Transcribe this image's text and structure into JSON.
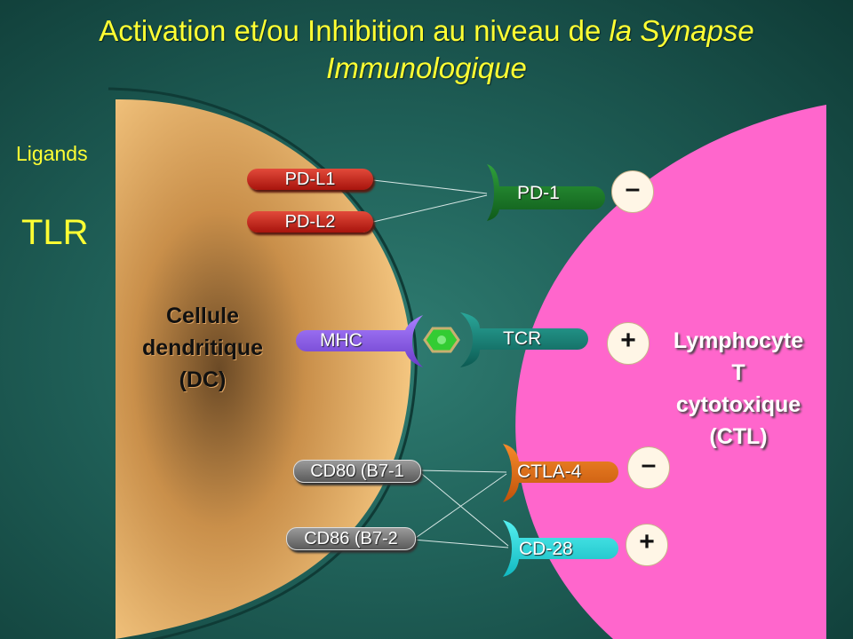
{
  "title": {
    "main": "Activation et/ou Inhibition au niveau de ",
    "italic1": "la Synapse",
    "italic2": "Immunologique"
  },
  "side": {
    "ligands": "Ligands",
    "tlr": "TLR"
  },
  "cells": {
    "dc": [
      "Cellule",
      "dendritique",
      "(DC)"
    ],
    "ctl": [
      "Lymphocyte",
      "T",
      "cytotoxique",
      "(CTL)"
    ]
  },
  "molecules": {
    "pdl1": "PD-L1",
    "pdl2": "PD-L2",
    "mhc": "MHC",
    "cd80": "CD80 (B7-1",
    "cd86": "CD86 (B7-2",
    "pd1": "PD-1",
    "tcr": "TCR",
    "ctla4": "CTLA-4",
    "cd28": "CD-28"
  },
  "signs": {
    "pd1": "–",
    "tcr": "+",
    "ctla4": "–",
    "cd28": "+"
  },
  "colors": {
    "title": "#ffff33",
    "dc": "#f2c27a",
    "ctl": "#ff66cc",
    "pdl": "#c0201a",
    "pd1": "#1f8a2a",
    "mhc": "#9966ee",
    "tcr": "#1a9a8a",
    "ctla4": "#ee7711",
    "cd28": "#22dddd",
    "antigen": "#33cc33"
  }
}
